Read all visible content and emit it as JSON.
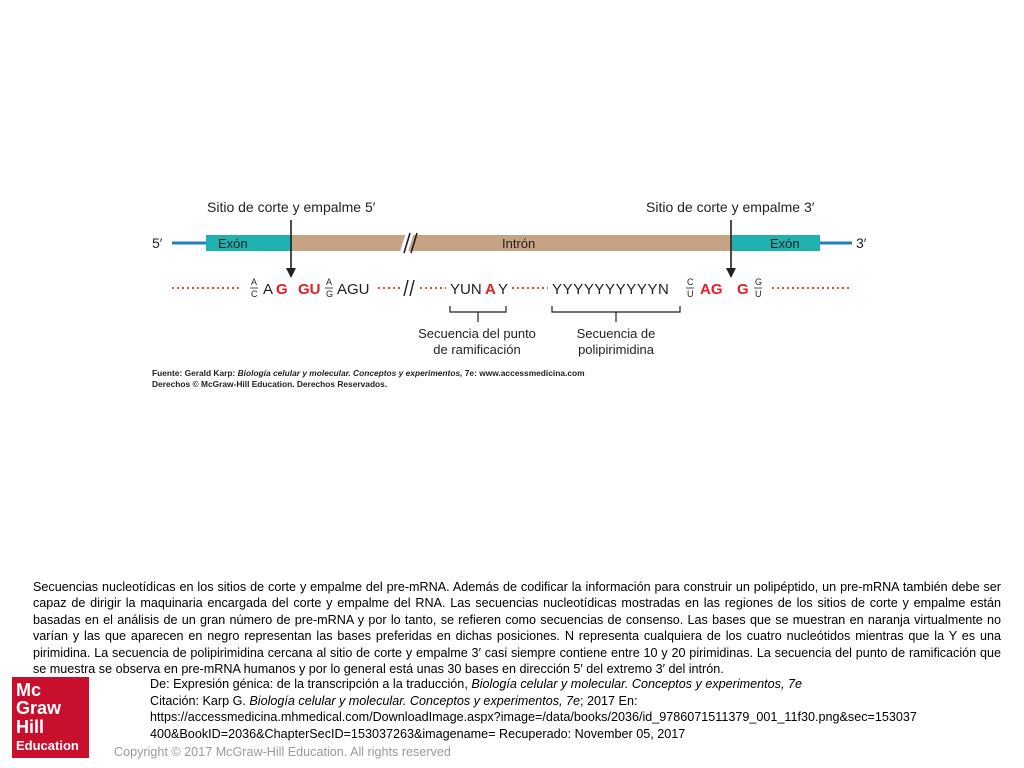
{
  "figure": {
    "label_left_site": "Sitio de corte y empalme 5′",
    "label_right_site": "Sitio de corte y empalme 3′",
    "end_5": "5′",
    "end_3": "3′",
    "exon_left": "Exón",
    "intron": "Intrón",
    "exon_right": "Exón",
    "seq_ac_top": "A",
    "seq_ac_bottom": "C",
    "seq_ag": "A",
    "seq_g1": "G",
    "seq_gu": "GU",
    "seq_ag_top": "A",
    "seq_ag_bottom": "G",
    "seq_agu": "AGU",
    "seq_yun": "YUN",
    "seq_a_branch": "A",
    "seq_y": "Y",
    "seq_poly": "YYYYYYYYYYN",
    "seq_cu_top": "C",
    "seq_cu_bottom": "U",
    "seq_ag3": "AG",
    "seq_g2": "G",
    "seq_gu_top": "G",
    "seq_gu_bottom": "U",
    "branch_label_1": "Secuencia del punto",
    "branch_label_2": "de ramificación",
    "poly_label_1": "Secuencia de",
    "poly_label_2": "polipirimidina",
    "source_line_1_plain": "Fuente: Gerald Karp: ",
    "source_line_1_italic": "Biología celular y molecular. Conceptos y experimentos,",
    "source_line_1_tail": " 7e: www.accessmedicina.com",
    "source_line_2": "Derechos © McGraw-Hill Education. Derechos Reservados.",
    "colors": {
      "exon": "#1fb2ae",
      "intron": "#c5a486",
      "blue_line": "#1d7fc1",
      "orange": "#e94e3b",
      "highlight": "#e21f26",
      "text": "#231f20"
    }
  },
  "caption": "Secuencias nucleotídicas en los sitios de corte y empalme del pre-mRNA. Además de codificar la información para construir un polipéptido, un pre-mRNA también debe ser capaz de dirigir la maquinaria encargada del corte y empalme del RNA. Las secuencias nucleotídicas mostradas en las regiones de los sitios de corte y empalme están basadas en el análisis de un gran número de pre-mRNA y por lo tanto, se refieren como secuencias de consenso. Las bases que se muestran en naranja virtualmente no varían y las que aparecen en negro representan las bases preferidas en dichas posiciones. N representa cualquiera de los cuatro nucleótidos mientras que la Y es una pirimidina. La secuencia de polipirimidina cercana al sitio de corte y empalme 3′ casi siempre contiene entre 10 y 20 pirimidinas. La secuencia del punto de ramificación que se muestra se observa en pre-mRNA humanos y por lo general está unas 30 bases en dirección 5′ del extremo 3′ del intrón.",
  "citation": {
    "from_prefix": "De: Expresión génica: de la transcripción a la traducción, ",
    "from_italic": "Biología celular y molecular. Conceptos y experimentos, 7e",
    "cite_prefix": "Citación: Karp G. ",
    "cite_italic": "Biología celular y molecular. Conceptos y experimentos, 7e",
    "cite_suffix": "; 2017 En:",
    "url_line_1": "https://accessmedicina.mhmedical.com/DownloadImage.aspx?image=/data/books/2036/id_9786071511379_001_11f30.png&sec=153037",
    "url_line_2": "400&BookID=2036&ChapterSecID=153037263&imagename= Recuperado: November 05, 2017"
  },
  "copyright": "Copyright © 2017 McGraw-Hill Education. All rights reserved",
  "logo": {
    "line1": "Mc",
    "line2": "Graw",
    "line3": "Hill",
    "line4": "Education"
  }
}
